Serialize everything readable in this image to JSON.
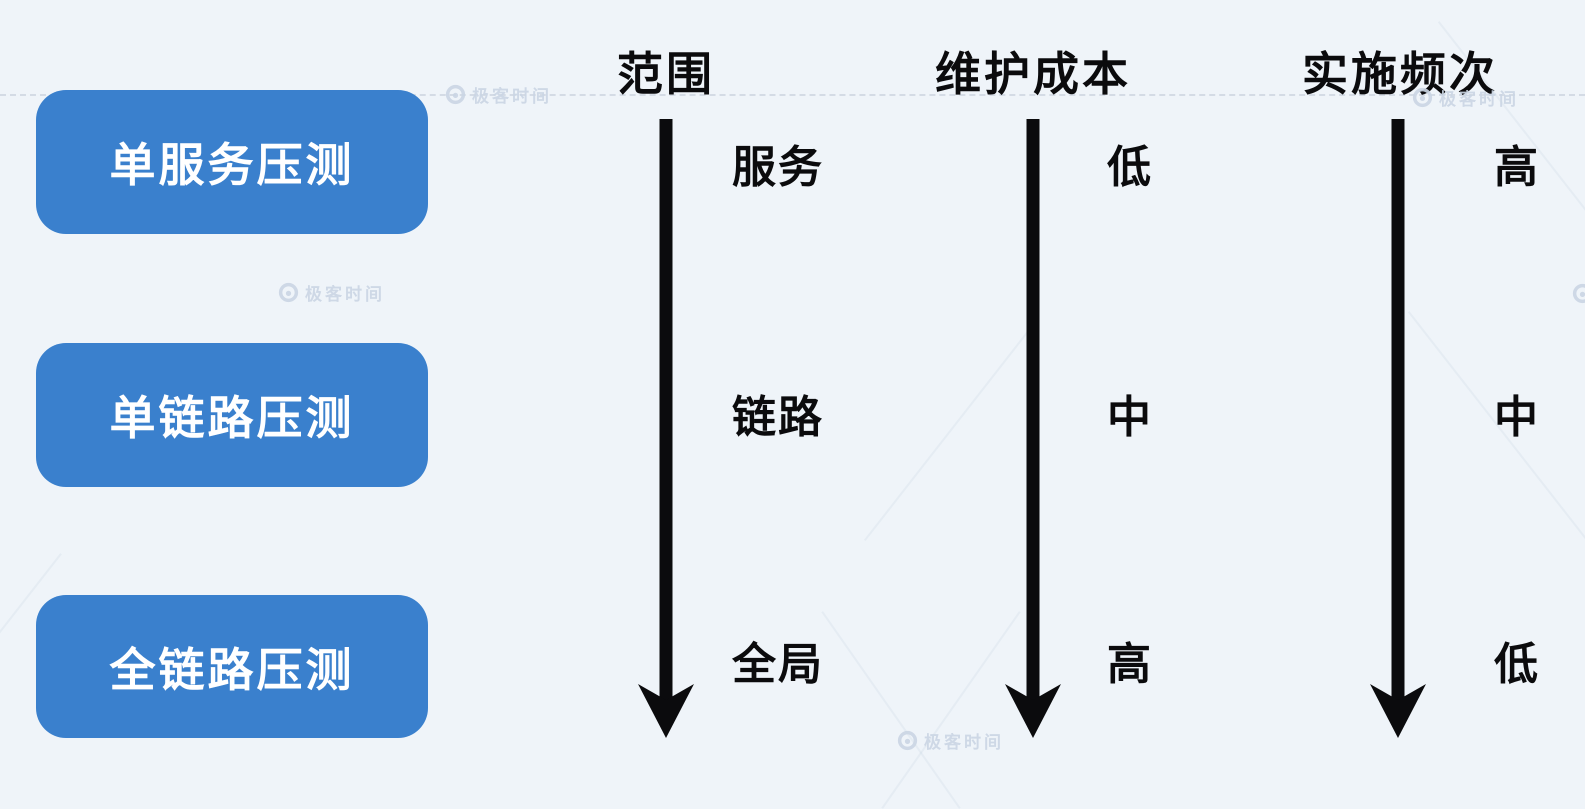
{
  "table": {
    "columns": [
      "范围",
      "维护成本",
      "实施频次"
    ],
    "rows": [
      {
        "label": "单服务压测",
        "values": [
          "服务",
          "低",
          "高"
        ]
      },
      {
        "label": "单链路压测",
        "values": [
          "链路",
          "中",
          "中"
        ]
      },
      {
        "label": "全链路压测",
        "values": [
          "全局",
          "高",
          "低"
        ]
      }
    ]
  },
  "watermark": {
    "text": "极客时间"
  },
  "colors": {
    "background": "#eff4f9",
    "box_blue": "#3a80cd",
    "box_text": "#ffffff",
    "arrow_black": "#0b0b0d",
    "watermark": "#cbd6e4"
  }
}
